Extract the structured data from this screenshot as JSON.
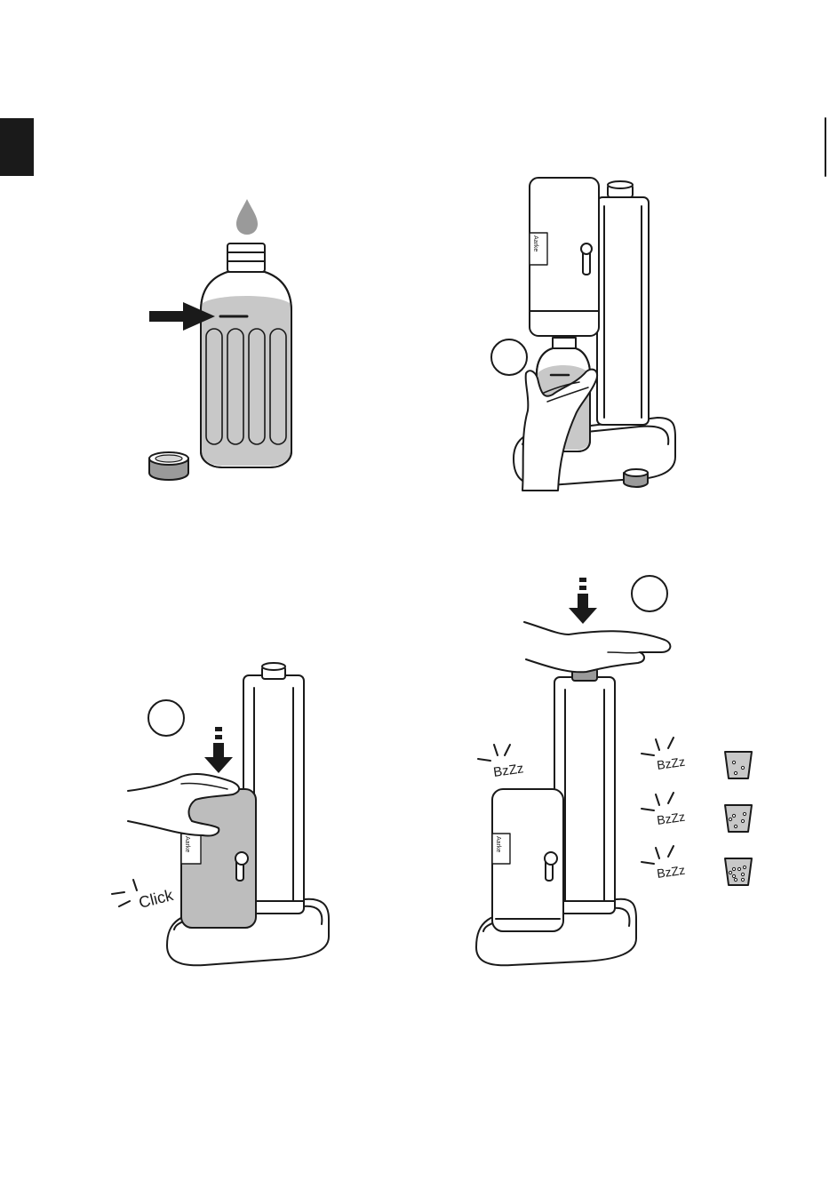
{
  "brand_label": "Aarke",
  "sound_click": "Click",
  "sound_buzz": "BzZz",
  "colors": {
    "ink": "#1a1a1a",
    "water": "#c8c8c8",
    "cylinder": "#bdbdbd",
    "tab": "#1a1a1a"
  },
  "steps": [
    {
      "id": 1,
      "subject": "fill-bottle-to-line"
    },
    {
      "id": 2,
      "subject": "attach-bottle"
    },
    {
      "id": 3,
      "subject": "lower-bottle-until-click"
    },
    {
      "id": 4,
      "subject": "press-top-to-carbonate"
    }
  ],
  "fizz_levels": [
    {
      "buzz_count": 1,
      "bubbles": 3
    },
    {
      "buzz_count": 2,
      "bubbles": 5
    },
    {
      "buzz_count": 3,
      "bubbles": 8
    }
  ]
}
